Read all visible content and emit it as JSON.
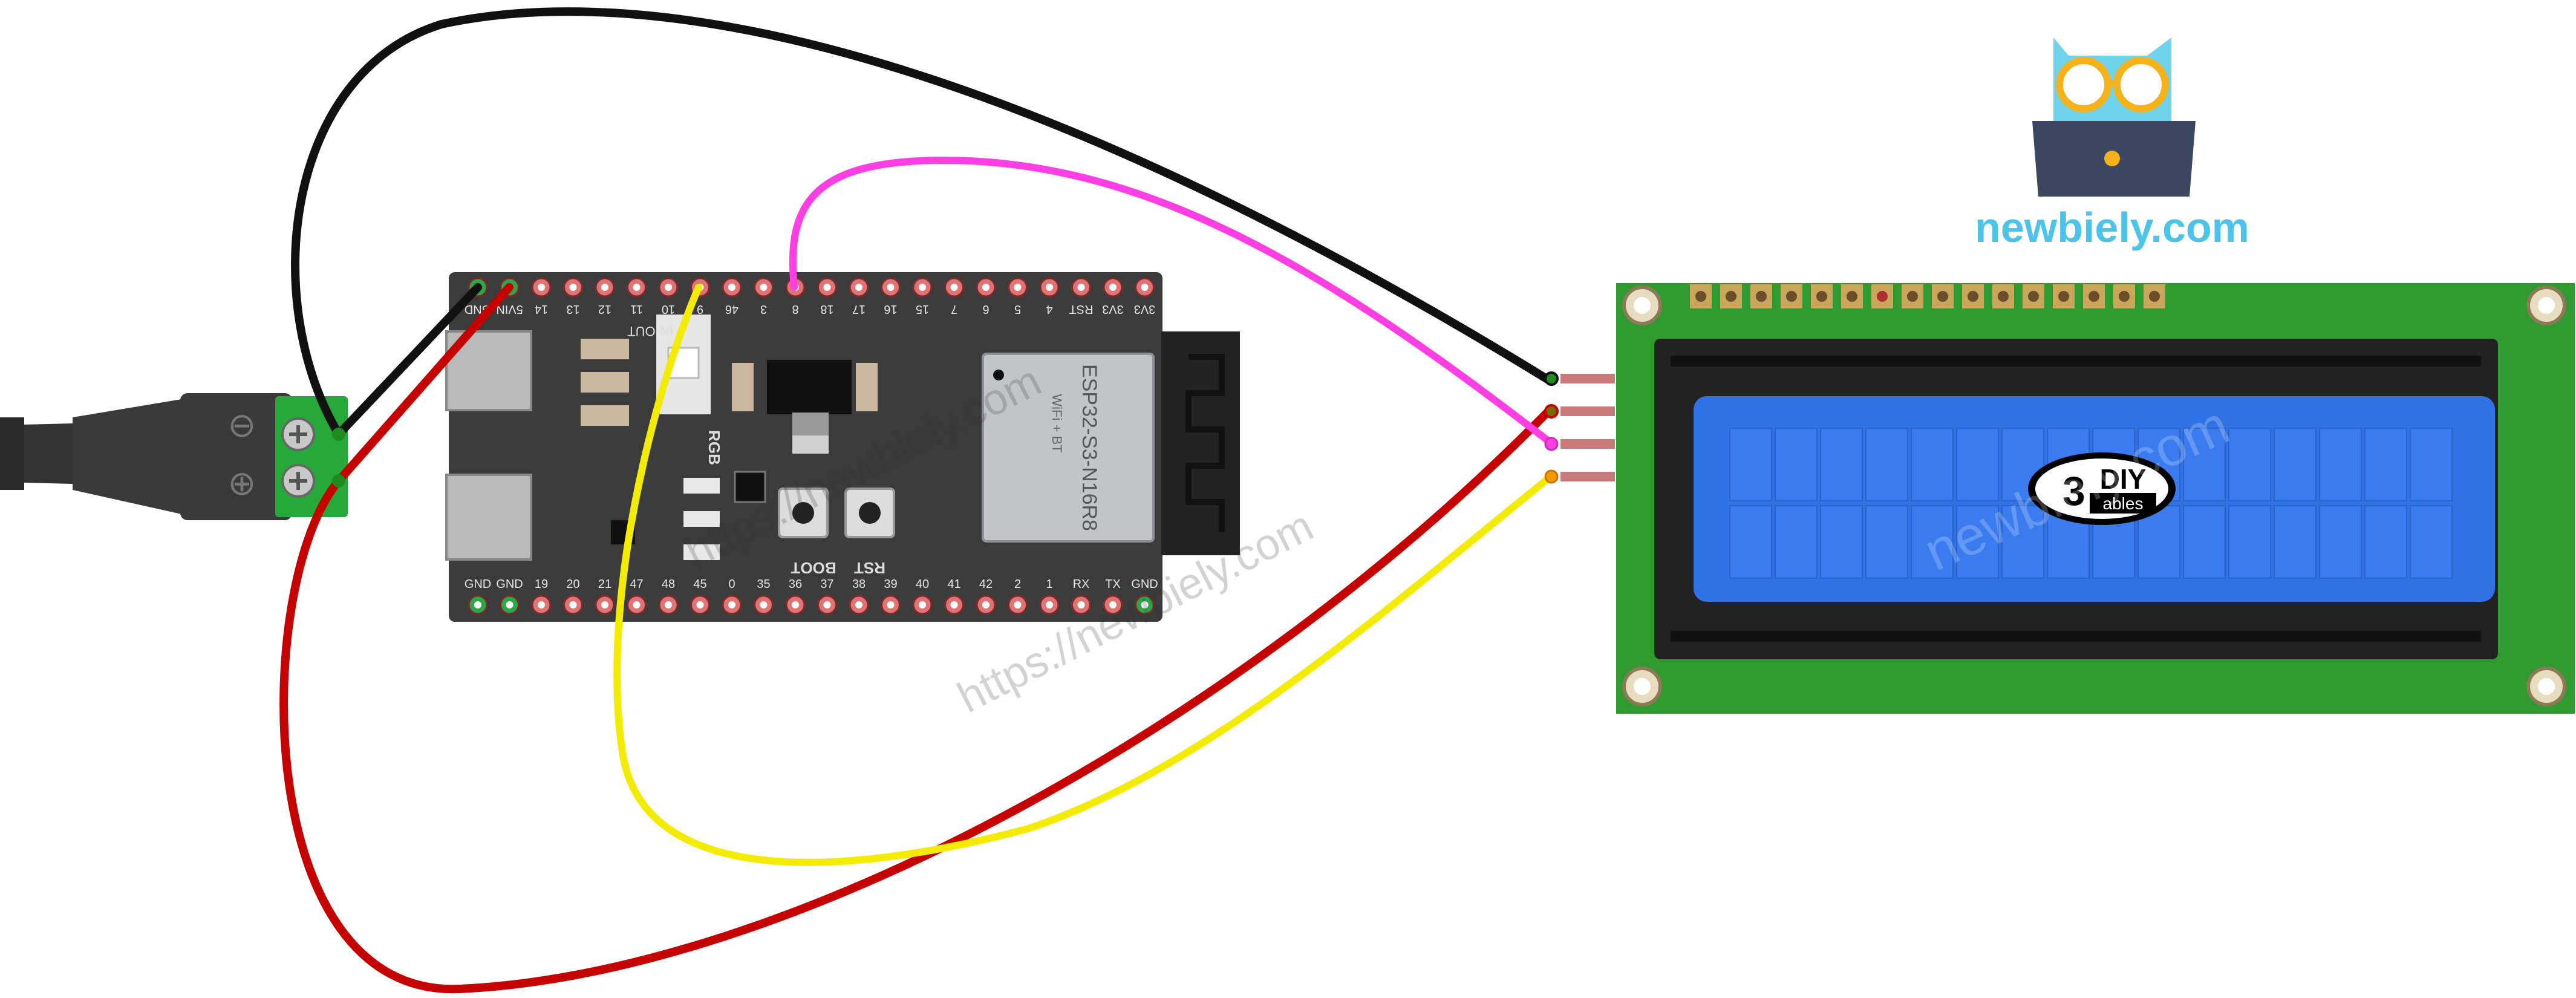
{
  "brand": {
    "site": "newbiely.com",
    "colors": {
      "owl": "#6fd3ee",
      "glasses": "#f5b21b",
      "laptop": "#3b4660",
      "text": "#4cc3ea"
    }
  },
  "board": {
    "name": "ESP32-S3-N16R8",
    "module_small_text": "WiFi + BT",
    "in_out_label": "IN-OUT",
    "rgb_label": "RGB",
    "boot_label": "BOOT",
    "rst_label": "RST",
    "top_pins": [
      "GND",
      "5VIN",
      "14",
      "13",
      "12",
      "11",
      "10",
      "9",
      "46",
      "3",
      "8",
      "18",
      "17",
      "16",
      "15",
      "7",
      "6",
      "5",
      "4",
      "RST",
      "3V3",
      "3V3"
    ],
    "bottom_pins": [
      "GND",
      "GND",
      "19",
      "20",
      "21",
      "47",
      "48",
      "45",
      "0",
      "35",
      "36",
      "37",
      "38",
      "39",
      "40",
      "41",
      "42",
      "2",
      "1",
      "RX",
      "TX",
      "GND"
    ]
  },
  "power_jack": {
    "minus_symbol": "⊖",
    "plus_symbol": "⊕"
  },
  "lcd": {
    "logo_top": "DIY",
    "logo_bottom": "ables",
    "logo_mark": "3"
  },
  "watermarks": [
    "https://newbiely.com",
    "https://newbiely.com",
    "newbiely.com"
  ],
  "wires": [
    {
      "name": "gnd-wire",
      "color": "#111111"
    },
    {
      "name": "vin-wire",
      "color": "#c40000"
    },
    {
      "name": "sda-wire",
      "color": "#ff3fe3"
    },
    {
      "name": "scl-wire",
      "color": "#f4ec00"
    }
  ]
}
